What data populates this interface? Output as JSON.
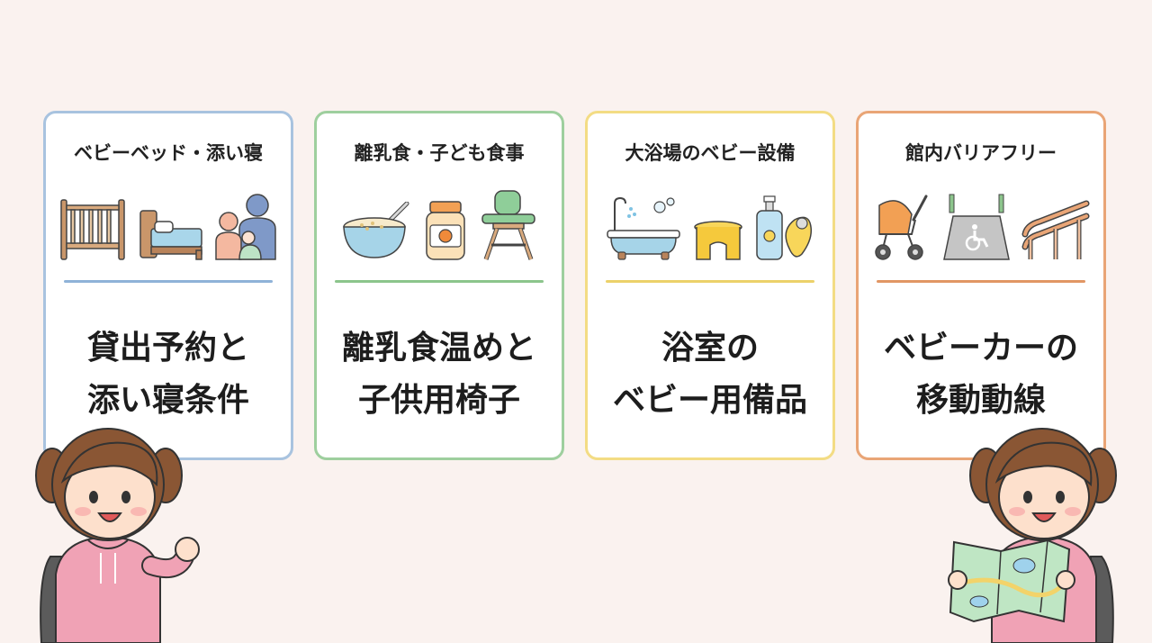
{
  "colors": {
    "background": "#faf2ef",
    "card_borders": [
      "#a8c3df",
      "#9ecf9e",
      "#f3dc84",
      "#e9a576"
    ],
    "dividers": [
      "#8fb2d8",
      "#8cc58c",
      "#ecd16a",
      "#e19664"
    ]
  },
  "cards": [
    {
      "title": "ベビーベッド・添い寝",
      "lines": [
        "貸出予約と",
        "添い寝条件"
      ],
      "icons": [
        "crib-icon",
        "bed-icon",
        "parent-child-icon"
      ]
    },
    {
      "title": "離乳食・子ども食事",
      "lines": [
        "離乳食温めと",
        "子供用椅子"
      ],
      "icons": [
        "porridge-bowl-icon",
        "baby-food-jar-icon",
        "high-chair-icon"
      ]
    },
    {
      "title": "大浴場のベビー設備",
      "lines": [
        "浴室の",
        "ベビー用備品"
      ],
      "icons": [
        "bathtub-icon",
        "bath-stool-icon",
        "shampoo-bottle-icon"
      ]
    },
    {
      "title": "館内バリアフリー",
      "lines": [
        "ベビーカーの",
        "移動動線"
      ],
      "icons": [
        "stroller-icon",
        "wheelchair-ramp-icon",
        "handrail-icon"
      ]
    }
  ],
  "characters": [
    "girl-cheering-illustration",
    "girl-with-map-illustration"
  ]
}
